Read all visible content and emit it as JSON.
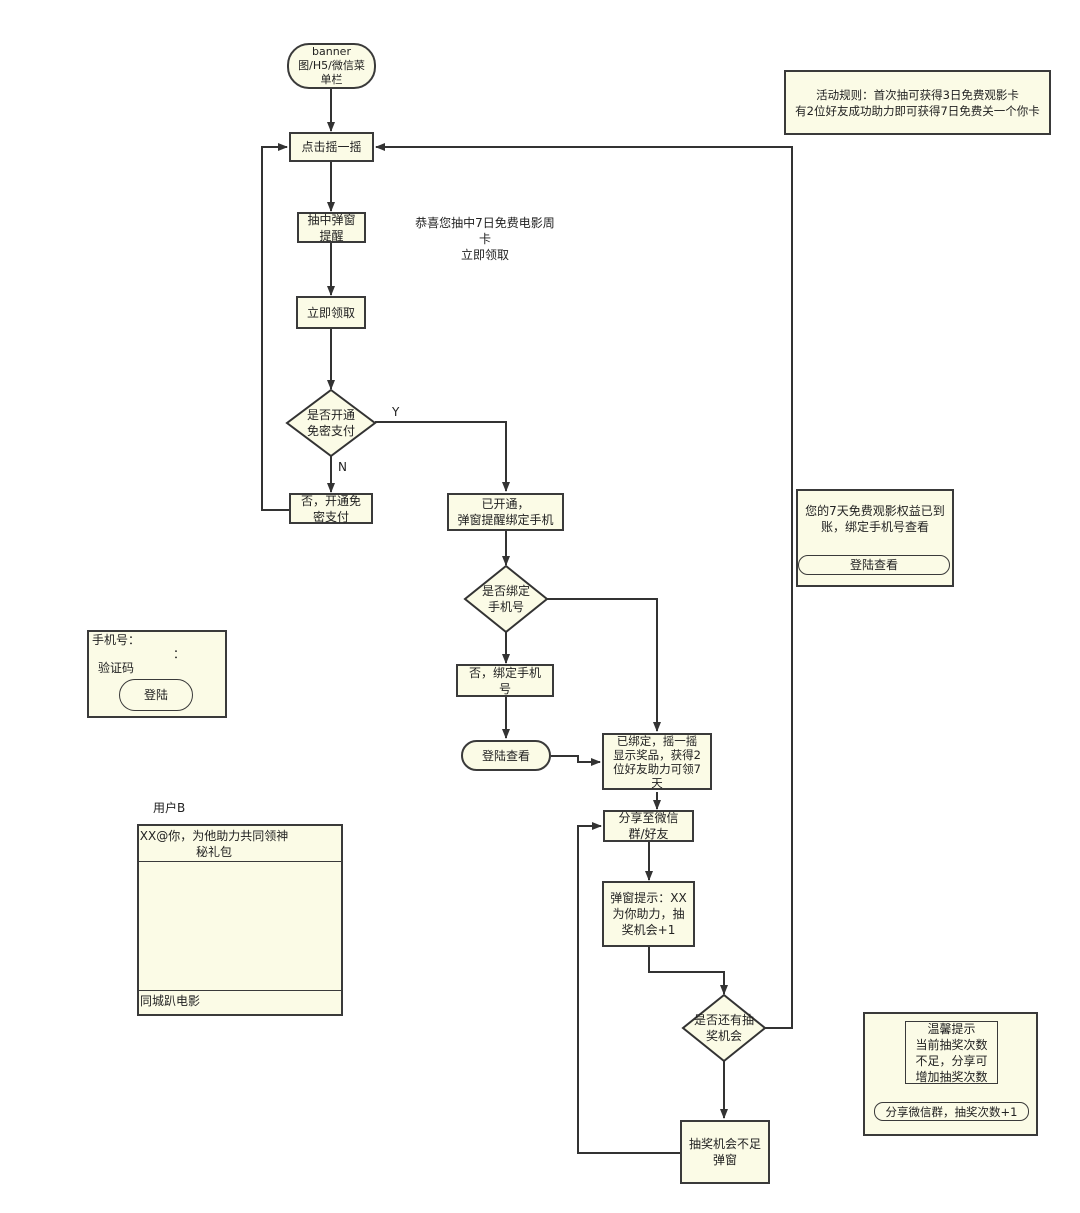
{
  "nodes": {
    "start": "banner\n图/H5/微信菜\n单栏",
    "shake": "点击摇一摇",
    "popup": "抽中弹窗\n提醒",
    "claim": "立即领取",
    "decision_pay": "是否开通\n免密支付",
    "no_pay": "否，开通免\n密支付",
    "opened": "已开通，\n弹窗提醒绑定手机",
    "decision_phone": "是否绑定\n手机号",
    "no_phone": "否，绑定手机\n号",
    "login_view": "登陆查看",
    "bound": "已绑定，摇一摇\n显示奖品，获得2\n位好友助力可领7\n天",
    "share": "分享至微信\n群/好友",
    "help_popup": "弹窗提示：XX\n为你助力，抽\n奖机会+1",
    "decision_chance": "是否还有抽\n奖机会",
    "no_chance": "抽奖机会不足\n弹窗"
  },
  "edge_labels": {
    "yes": "Y",
    "no": "N"
  },
  "annotations": {
    "congrats": "恭喜您抽中7日免费电影周卡\n立即领取",
    "rules": "活动规则：首次抽可获得3日免费观影卡\n有2位好友成功助力即可获得7日免费关一个你卡",
    "user_b": "用户B"
  },
  "login_panel": {
    "phone_label": "手机号：",
    "colon": "：",
    "code_label": "验证码",
    "login_button": "登陆"
  },
  "benefit_panel": {
    "text": "您的7天免费观影权益已到\n账，绑定手机号查看",
    "button": "登陆查看"
  },
  "userb_panel": {
    "header": "XX@你，为他助力共同领神\n秘礼包",
    "footer": "同城趴电影"
  },
  "tip_panel": {
    "text": "温馨提示\n当前抽奖次数\n不足，分享可\n增加抽奖次数",
    "button": "分享微信群，抽奖次数+1"
  }
}
